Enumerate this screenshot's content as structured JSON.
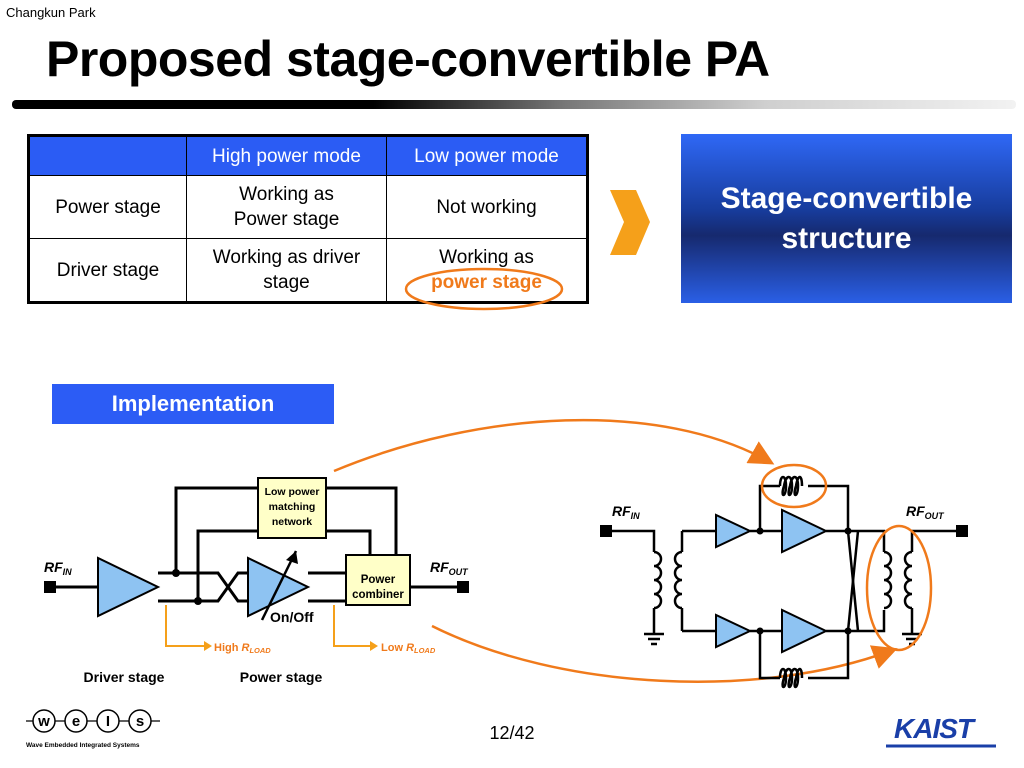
{
  "author": "Changkun Park",
  "title": "Proposed stage-convertible PA",
  "table": {
    "headers": [
      "",
      "High power mode",
      "Low power mode"
    ],
    "rows": [
      {
        "stage": "Power stage",
        "high_line1": "Working as",
        "high_line2": "Power stage",
        "low_line1": "Not working",
        "low_line2": ""
      },
      {
        "stage": "Driver stage",
        "high_line1": "Working as driver",
        "high_line2": "stage",
        "low_line1": "Working as",
        "low_line2": "power stage"
      }
    ]
  },
  "structure_box": {
    "line1": "Stage-convertible",
    "line2": "structure"
  },
  "implementation_label": "Implementation",
  "left_diagram": {
    "matching_network": [
      "Low power",
      "matching",
      "network"
    ],
    "combiner": [
      "Power",
      "combiner"
    ],
    "rf_in": "RF",
    "rf_in_sub": "IN",
    "rf_out": "RF",
    "rf_out_sub": "OUT",
    "on_off": "On/Off",
    "high_rload": "High ",
    "low_rload": "Low ",
    "rload_r": "R",
    "rload_sub": "LOAD",
    "driver_stage": "Driver stage",
    "power_stage": "Power stage"
  },
  "right_diagram": {
    "rf_in": "RF",
    "rf_in_sub": "IN",
    "rf_out": "RF",
    "rf_out_sub": "OUT"
  },
  "page_number": "12/42",
  "logos": {
    "weis_letters": [
      "w",
      "e",
      "I",
      "s"
    ],
    "weis_caption": "Wave  Embedded  Integrated  Systems",
    "kaist": "KAIST"
  },
  "colors": {
    "accent_blue": "#2b5cf4",
    "highlight_orange": "#f07a1b",
    "amplifier_fill": "#8ec3f2",
    "box_fill": "#ffffc8"
  }
}
